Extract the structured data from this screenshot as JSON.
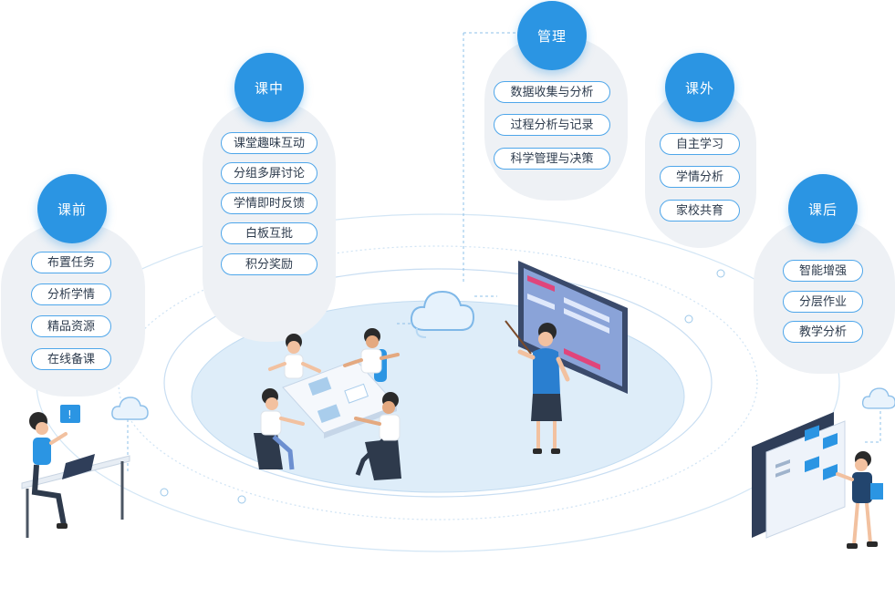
{
  "stages": [
    {
      "key": "before",
      "title": "课前",
      "items": [
        "布置任务",
        "分析学情",
        "精品资源",
        "在线备课"
      ]
    },
    {
      "key": "during",
      "title": "课中",
      "items": [
        "课堂趣味互动",
        "分组多屏讨论",
        "学情即时反馈",
        "白板互批",
        "积分奖励"
      ]
    },
    {
      "key": "manage",
      "title": "管理",
      "items": [
        "数据收集与分析",
        "过程分析与记录",
        "科学管理与决策"
      ]
    },
    {
      "key": "outside",
      "title": "课外",
      "items": [
        "自主学习",
        "学情分析",
        "家校共育"
      ]
    },
    {
      "key": "after",
      "title": "课后",
      "items": [
        "智能增强",
        "分层作业",
        "教学分析"
      ]
    }
  ],
  "colors": {
    "accent": "#2b95e3",
    "panel": "#eef1f5",
    "ring": "#c8dff2",
    "platform": "#dcecf8"
  },
  "icons": [
    "cloud-icon",
    "teacher-illustration",
    "student-group-illustration",
    "laptop-student-illustration",
    "file-board-illustration"
  ]
}
